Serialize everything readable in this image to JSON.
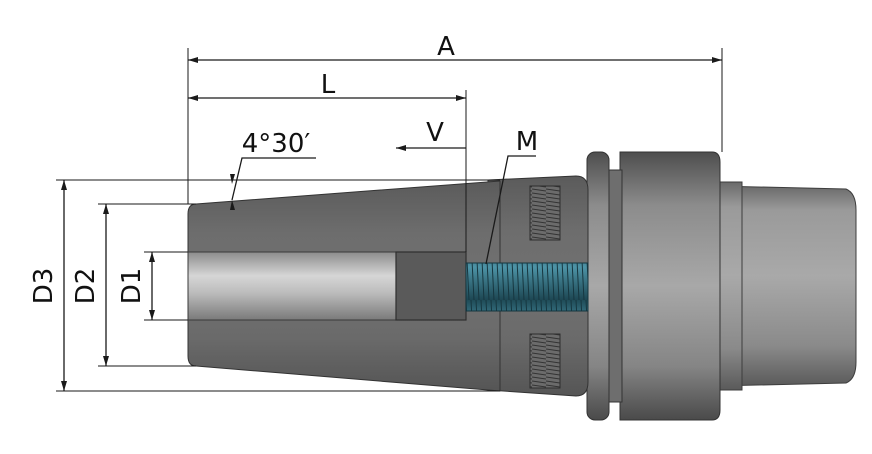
{
  "labels": {
    "A": "A",
    "L": "L",
    "angle": "4°30′",
    "V": "V",
    "M": "M",
    "D1": "D1",
    "D2": "D2",
    "D3": "D3"
  },
  "colors": {
    "body_light": "#bdbdbd",
    "body_mid": "#8e8e8e",
    "body_dark": "#5e5e5e",
    "thread": "#2f6f80",
    "line": "#1a1a1a"
  }
}
